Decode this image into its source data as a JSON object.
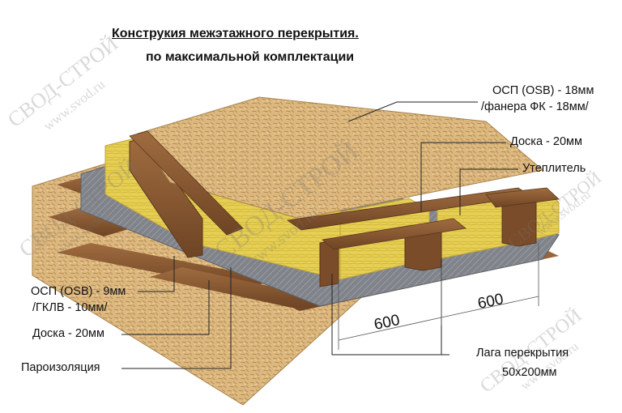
{
  "title": {
    "line1": "Конструкия межэтажного перекрытия.",
    "line2": "по максимальной комплектации"
  },
  "labels": {
    "osb_top_1": "ОСП (OSB) - 18мм",
    "osb_top_2": "/фанера ФК - 18мм/",
    "board_top": "Доска - 20мм",
    "insulation": "Утеплитель",
    "osb_bottom_1": "ОСП (OSB) - 9мм",
    "osb_bottom_2": "/ГКЛВ - 10мм/",
    "board_bottom": "Доска - 20мм",
    "vapor_barrier": "Пароизоляция",
    "joist_1": "Лага перекрытия",
    "joist_2": "50х200мм"
  },
  "dimensions": {
    "spacing_1": "600",
    "spacing_2": "600"
  },
  "watermarks": {
    "brand": "СВОД-СТРОЙ",
    "url": "www.svod.ru"
  },
  "colors": {
    "osb": "#d9b67e",
    "wood": "#8a5a34",
    "insulation": "#e8d158",
    "membrane": "#7d8187",
    "line": "#222222"
  }
}
